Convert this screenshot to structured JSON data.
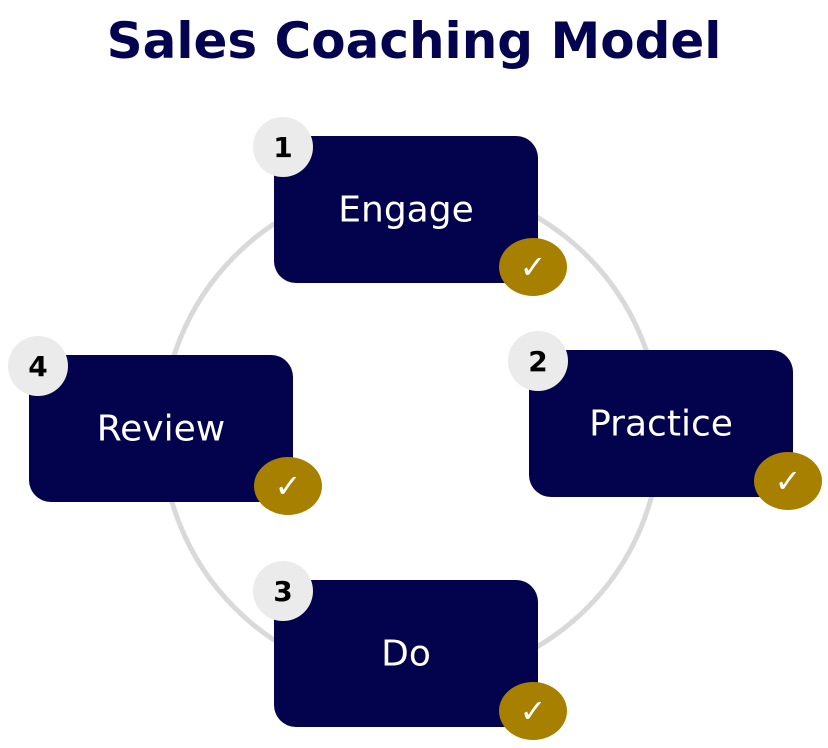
{
  "title": "Sales Coaching Model",
  "steps": [
    {
      "number": "1",
      "label": "Engage",
      "status": "check-icon"
    },
    {
      "number": "2",
      "label": "Practice",
      "status": "check-icon"
    },
    {
      "number": "3",
      "label": "Do",
      "status": "check-icon"
    },
    {
      "number": "4",
      "label": "Review",
      "status": "check-icon"
    }
  ],
  "check_glyph": "✓",
  "colors": {
    "box": "#02024d",
    "badge": "#a88000",
    "number_bg": "#ebebeb",
    "ring": "#d9d9d9",
    "title": "#03034f"
  }
}
